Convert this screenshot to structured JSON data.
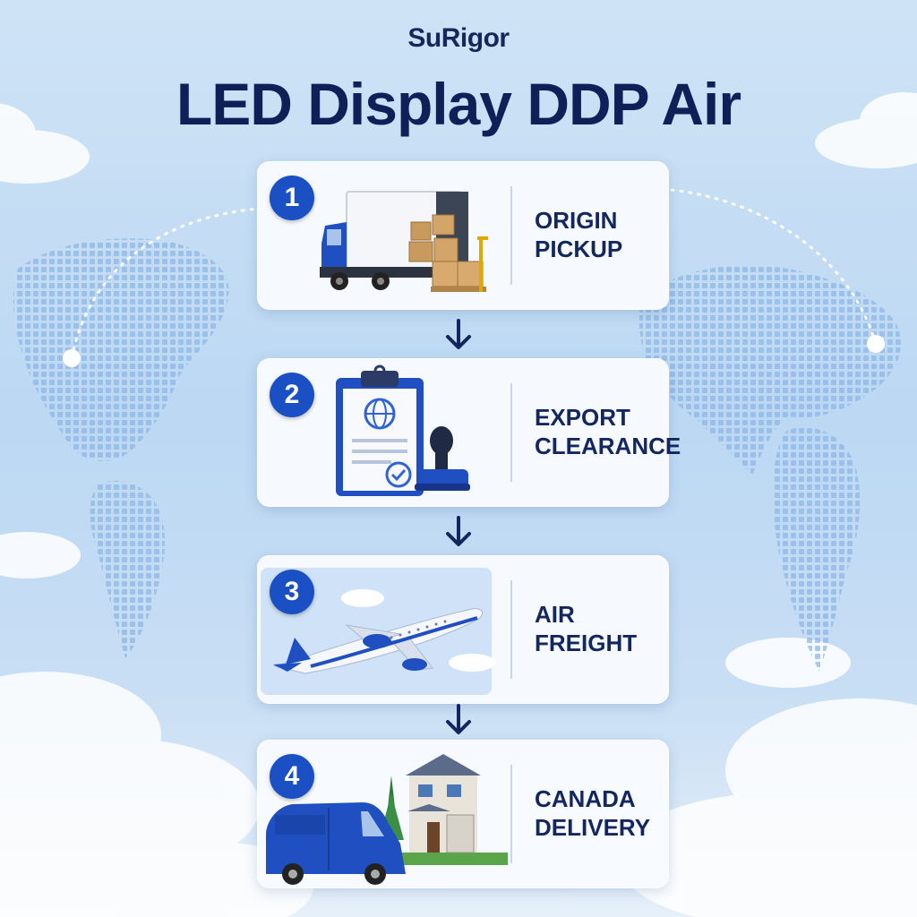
{
  "header": {
    "brand": "SuRigor",
    "title": "LED Display DDP Air"
  },
  "steps": [
    {
      "number": "1",
      "line1": "ORIGIN",
      "line2": "PICKUP",
      "icon": "box-truck-icon"
    },
    {
      "number": "2",
      "line1": "EXPORT",
      "line2": "CLEARANCE",
      "icon": "clipboard-stamp-icon"
    },
    {
      "number": "3",
      "line1": "AIR",
      "line2": "FREIGHT",
      "icon": "airplane-icon"
    },
    {
      "number": "4",
      "line1": "CANADA",
      "line2": "DELIVERY",
      "icon": "van-house-icon"
    }
  ],
  "colors": {
    "accent": "#1b4fc4",
    "title": "#0f1f57",
    "card": "#f8fbff"
  }
}
